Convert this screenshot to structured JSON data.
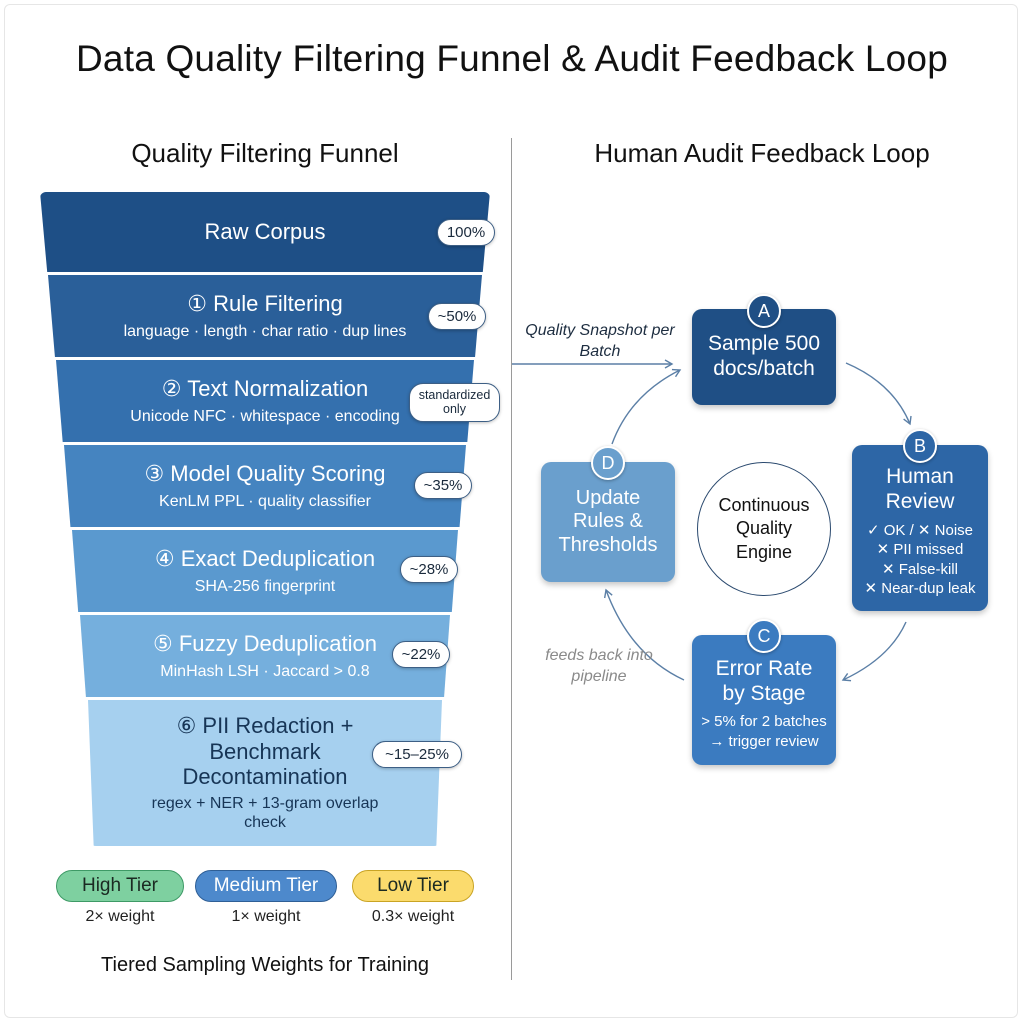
{
  "title": "Data Quality Filtering Funnel & Audit Feedback Loop",
  "funnel": {
    "heading": "Quality Filtering Funnel",
    "stages": [
      {
        "title": "Raw Corpus",
        "subtitle": "",
        "retained": "100%",
        "color": "#1e4f86"
      },
      {
        "title": "① Rule Filtering",
        "subtitle": "language · length · char ratio · dup lines",
        "retained": "~50%",
        "color": "#2a5f99"
      },
      {
        "title": "② Text Normalization",
        "subtitle": "Unicode NFC · whitespace · encoding",
        "retained": "standardized only",
        "color": "#3470ae"
      },
      {
        "title": "③ Model Quality Scoring",
        "subtitle": "KenLM PPL · quality classifier",
        "retained": "~35%",
        "color": "#4584c0"
      },
      {
        "title": "④ Exact Deduplication",
        "subtitle": "SHA-256 fingerprint",
        "retained": "~28%",
        "color": "#5a99cf"
      },
      {
        "title": "⑤ Fuzzy Deduplication",
        "subtitle": "MinHash LSH · Jaccard > 0.8",
        "retained": "~22%",
        "color": "#75afdd"
      },
      {
        "title": "⑥ PII Redaction + Benchmark Decontamination",
        "subtitle": "regex + NER + 13-gram overlap check",
        "retained": "~15–25%",
        "color": "#a6d0ef"
      }
    ]
  },
  "tiers": {
    "caption": "Tiered Sampling Weights for Training",
    "items": [
      {
        "label": "High Tier",
        "weight": "2× weight",
        "color": "#7ed0a0",
        "border": "#3e9a66"
      },
      {
        "label": "Medium Tier",
        "weight": "1× weight",
        "color": "#4d89cc",
        "border": "#2f5f96"
      },
      {
        "label": "Low Tier",
        "weight": "0.3× weight",
        "color": "#fbdb6d",
        "border": "#c9a424"
      }
    ]
  },
  "loop": {
    "heading": "Human Audit Feedback Loop",
    "snapshot_label": "Quality Snapshot per Batch",
    "feedback_label": "feeds back into pipeline",
    "engine_label": "Continuous Quality Engine",
    "nodes": [
      {
        "badge": "A",
        "title": "Sample 500 docs/batch",
        "lines": [],
        "color": "#1f4f85"
      },
      {
        "badge": "B",
        "title": "Human Review",
        "lines": [
          "✓ OK / ✕ Noise",
          "✕ PII missed",
          "✕ False-kill",
          "✕ Near-dup leak"
        ],
        "color": "#2d66a6"
      },
      {
        "badge": "C",
        "title": "Error Rate by Stage",
        "lines": [
          "> 5% for 2 batches",
          "→ trigger review"
        ],
        "color": "#3b7bc0"
      },
      {
        "badge": "D",
        "title": "Update Rules & Thresholds",
        "lines": [],
        "color": "#6a9fcd"
      }
    ]
  }
}
